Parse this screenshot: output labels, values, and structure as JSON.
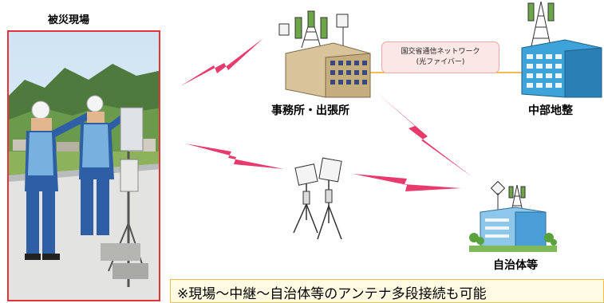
{
  "labels": {
    "site_title": "被災現場",
    "office": "事務所・出張所",
    "hq": "中部地整",
    "municipality": "自治体等"
  },
  "network_box": {
    "line1": "国交省通信ネットワーク",
    "line2": "(光ファイバー)"
  },
  "note": "※現場～中継～自治体等のアンテナ多段接続も可能",
  "colors": {
    "bolt": "#e83a6c",
    "fiber_line": "#f2a81c",
    "photo_border": "#e8323a",
    "note_border": "#e9c24a",
    "building_office": "#d9c39a",
    "building_hq": "#3ea3d8"
  }
}
